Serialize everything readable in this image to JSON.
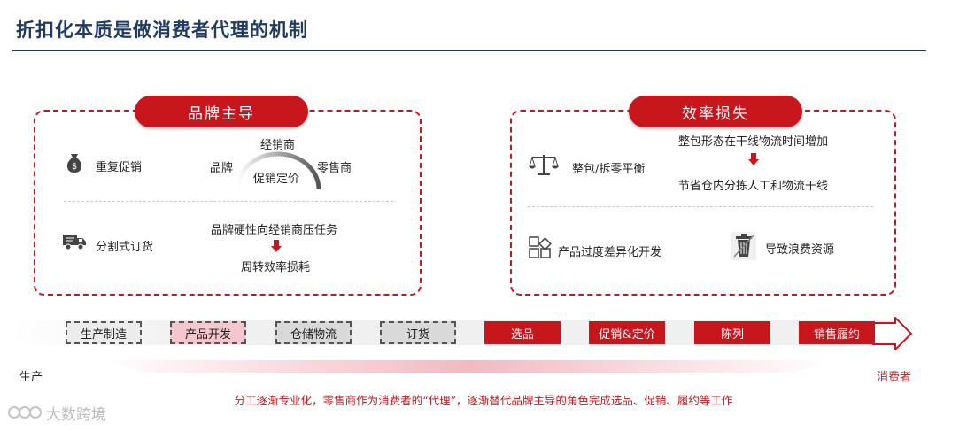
{
  "title": "折扣化本质是做消费者代理的机制",
  "left_panel": {
    "header": "品牌主导",
    "row1_label": "重复促销",
    "top_node": "经销商",
    "left_node": "品牌",
    "right_node": "零售商",
    "center_node": "促销定价",
    "row2_label": "分割式订货",
    "pressure_text": "品牌硬性向经销商压任务",
    "result_text": "周转效率损耗"
  },
  "right_panel": {
    "header": "效率损失",
    "row1_label": "整包/拆零平衡",
    "row1_top": "整包形态在干线物流时间增加",
    "row1_bottom": "节省仓内分拣人工和物流干线",
    "row2_left": "产品过度差异化开发",
    "row2_right": "导致浪费资源"
  },
  "process": {
    "start_label": "生产",
    "end_label": "消费者",
    "stages": [
      "生产制造",
      "产品开发",
      "仓储物流",
      "订货",
      "选品",
      "促销&定价",
      "陈列",
      "销售履约"
    ]
  },
  "footer_note": "分工逐渐专业化，零售商作为消费者的“代理”，逐渐替代品牌主导的角色完成选品、促销、履约等工作",
  "watermark": "大数跨境",
  "colors": {
    "accent": "#c8161d",
    "title": "#1f3b63",
    "pink": "#f6c6cf"
  },
  "icons": [
    "money-bag-icon",
    "truck-icon",
    "balance-scale-icon",
    "shapes-icon",
    "trash-icon"
  ]
}
